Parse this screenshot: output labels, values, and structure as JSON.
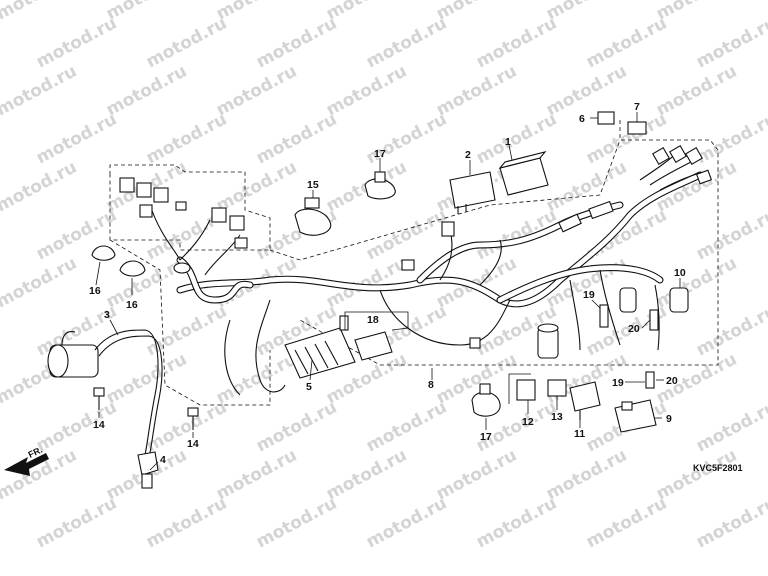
{
  "watermark": {
    "text": "motod.ru"
  },
  "diagram_code": "KVC5F2801",
  "direction_label": "FR.",
  "callouts": [
    {
      "id": "c1",
      "label": "1"
    },
    {
      "id": "c2",
      "label": "2"
    },
    {
      "id": "c3",
      "label": "3"
    },
    {
      "id": "c4",
      "label": "4"
    },
    {
      "id": "c5",
      "label": "5"
    },
    {
      "id": "c6",
      "label": "6"
    },
    {
      "id": "c7",
      "label": "7"
    },
    {
      "id": "c8",
      "label": "8"
    },
    {
      "id": "c9",
      "label": "9"
    },
    {
      "id": "c10",
      "label": "10"
    },
    {
      "id": "c11",
      "label": "11"
    },
    {
      "id": "c12",
      "label": "12"
    },
    {
      "id": "c13",
      "label": "13"
    },
    {
      "id": "c14a",
      "label": "14"
    },
    {
      "id": "c14b",
      "label": "14"
    },
    {
      "id": "c15",
      "label": "15"
    },
    {
      "id": "c16a",
      "label": "16"
    },
    {
      "id": "c16b",
      "label": "16"
    },
    {
      "id": "c17a",
      "label": "17"
    },
    {
      "id": "c17b",
      "label": "17"
    },
    {
      "id": "c18",
      "label": "18"
    },
    {
      "id": "c19a",
      "label": "19"
    },
    {
      "id": "c19b",
      "label": "19"
    },
    {
      "id": "c20a",
      "label": "20"
    },
    {
      "id": "c20b",
      "label": "20"
    }
  ]
}
